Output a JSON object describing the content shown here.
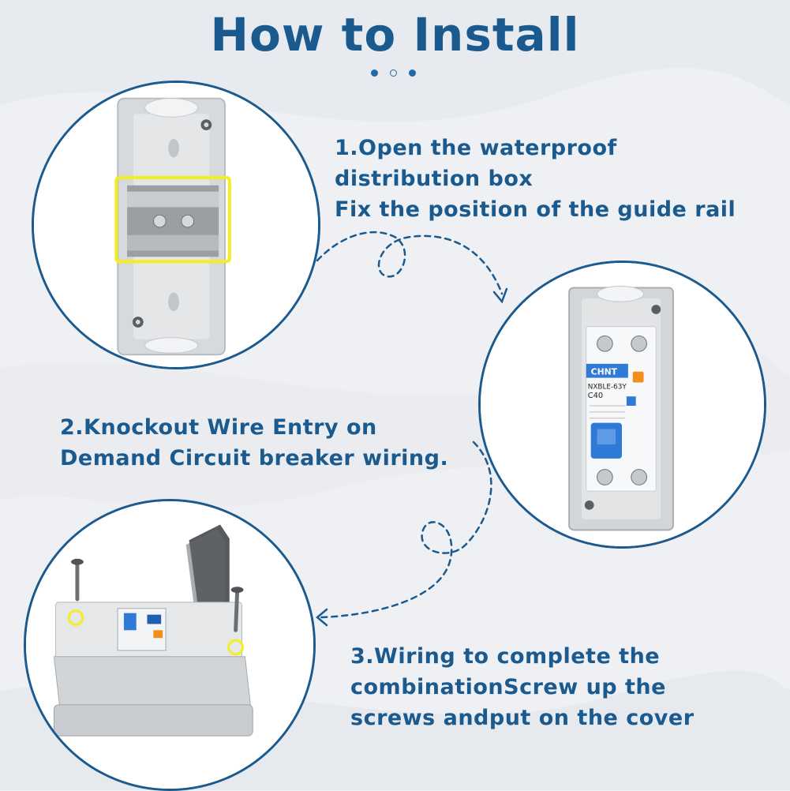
{
  "header": {
    "title": "How to Install"
  },
  "colors": {
    "brand_blue": "#1a5a8e",
    "dot_active": "#1e6aa8",
    "highlight_yellow": "#f4ef1c",
    "breaker_handle": "#2e7ad6",
    "breaker_test": "#f28c1a"
  },
  "steps": [
    {
      "lines": [
        "1.Open the waterproof",
        "distribution box",
        "Fix the position of the guide rail"
      ]
    },
    {
      "lines": [
        "2.Knockout Wire Entry on",
        "Demand Circuit breaker wiring."
      ]
    },
    {
      "lines": [
        "3.Wiring to complete the",
        "combinationScrew up the",
        "screws andput on the cover"
      ]
    }
  ],
  "breaker": {
    "brand": "CHNT",
    "model": "NXBLE-63Y",
    "rating": "C40"
  }
}
